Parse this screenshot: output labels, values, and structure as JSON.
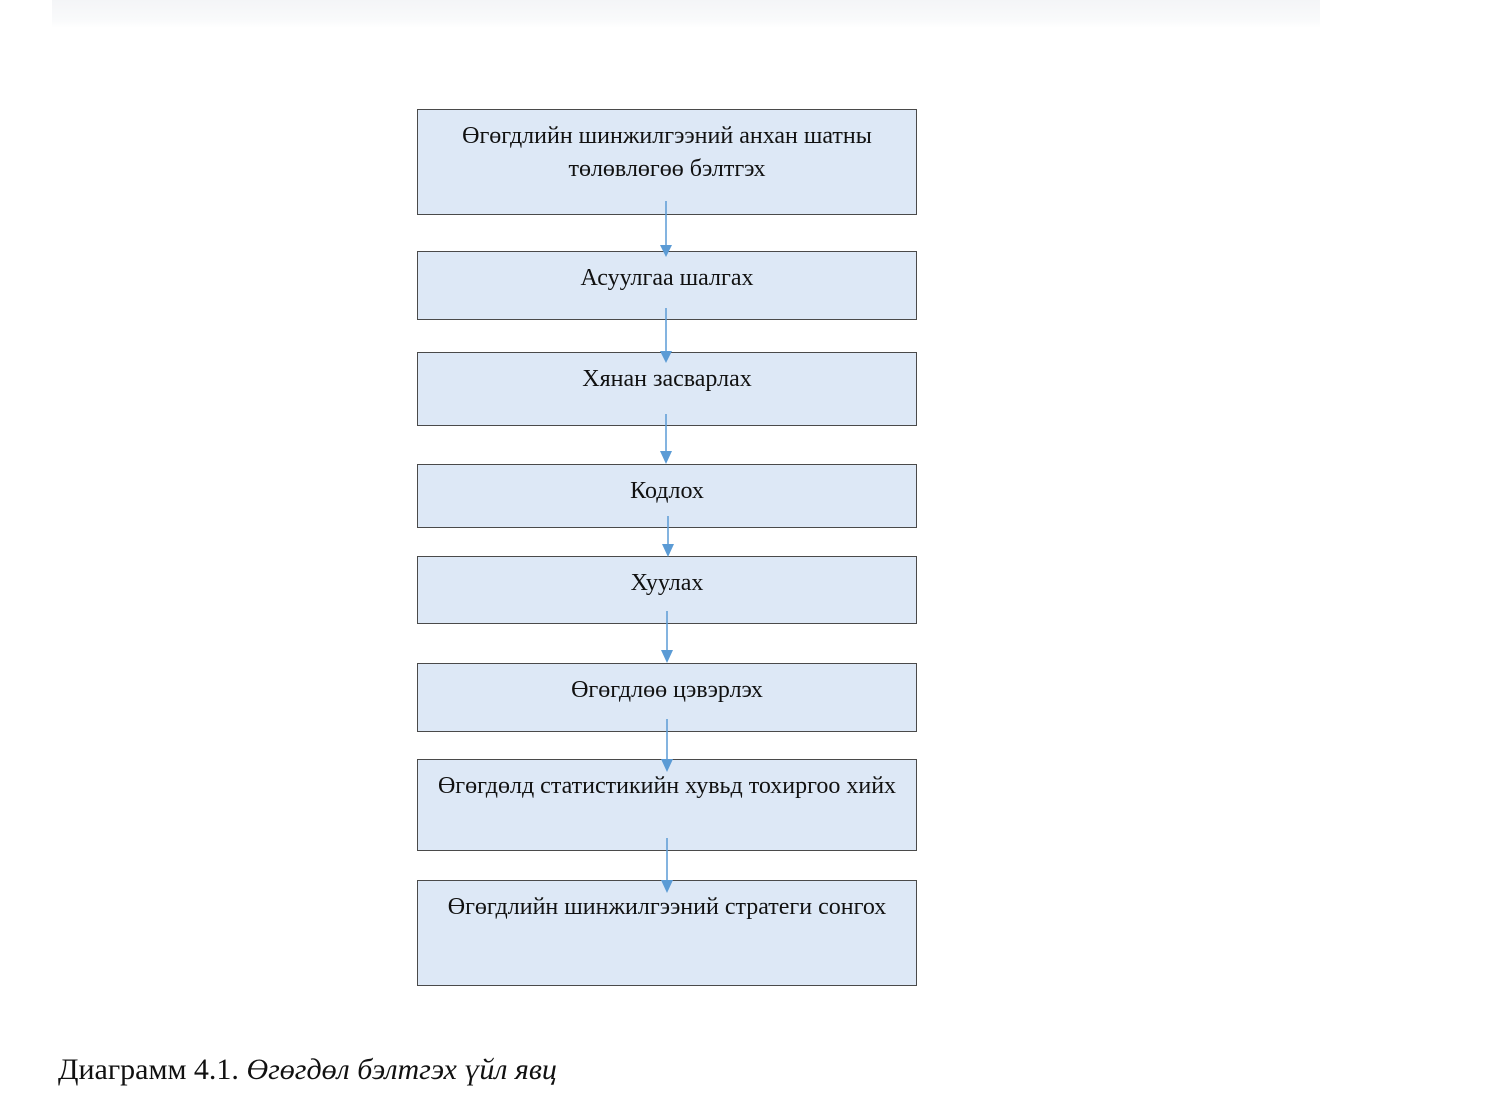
{
  "diagram": {
    "steps": [
      {
        "label": "Өгөгдлийн шинжилгээний анхан шатны төлөвлөгөө бэлтгэх"
      },
      {
        "label": "Асуулгаа шалгах"
      },
      {
        "label": "Хянан засварлах"
      },
      {
        "label": "Кодлох"
      },
      {
        "label": "Хуулах"
      },
      {
        "label": "Өгөгдлөө цэвэрлэх"
      },
      {
        "label": "Өгөгдөлд статистикийн хувьд тохиргоо хийх"
      },
      {
        "label": "Өгөгдлийн шинжилгээний стратеги сонгох"
      }
    ],
    "colors": {
      "box_fill": "#dde8f6",
      "box_border": "#4a4a4a",
      "arrow": "#5b9bd5"
    }
  },
  "caption": {
    "number": "Диаграмм 4.1.",
    "title": "Өгөгдөл бэлтгэх үйл явц"
  }
}
